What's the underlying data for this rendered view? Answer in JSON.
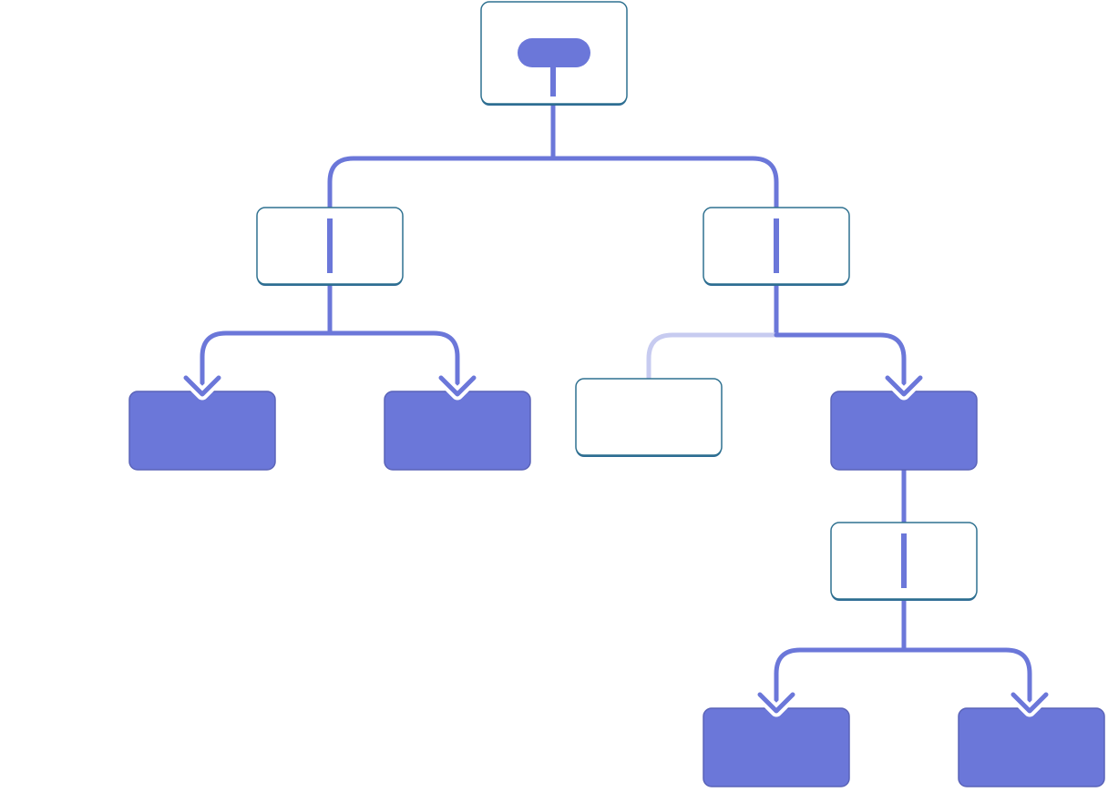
{
  "colors": {
    "accent": "#6b77d9",
    "accent_faded": "#c7cbf0",
    "node_border": "#2f7190",
    "node_shadow": "#2d6b95",
    "leaf_fill": "#6b77d9",
    "leaf_border": "#5a63b8",
    "node_fill": "#ffffff",
    "background": "#ffffff"
  },
  "diagram": {
    "type": "tree",
    "labels_visible": false,
    "root": {
      "id": "root",
      "kind": "root"
    },
    "nodes": [
      {
        "id": "root",
        "kind": "root"
      },
      {
        "id": "left-branch",
        "kind": "branch"
      },
      {
        "id": "right-branch",
        "kind": "branch"
      },
      {
        "id": "leaf-left-left",
        "kind": "leaf"
      },
      {
        "id": "leaf-left-right",
        "kind": "leaf"
      },
      {
        "id": "inactive-node",
        "kind": "inactive"
      },
      {
        "id": "leaf-right-active",
        "kind": "leaf"
      },
      {
        "id": "sub-branch",
        "kind": "branch"
      },
      {
        "id": "leaf-bottom-left",
        "kind": "leaf"
      },
      {
        "id": "leaf-bottom-right",
        "kind": "leaf"
      }
    ],
    "edges": [
      {
        "from": "root",
        "to": "left-branch",
        "style": "active"
      },
      {
        "from": "root",
        "to": "right-branch",
        "style": "active"
      },
      {
        "from": "left-branch",
        "to": "leaf-left-left",
        "style": "active-arrow"
      },
      {
        "from": "left-branch",
        "to": "leaf-left-right",
        "style": "active-arrow"
      },
      {
        "from": "right-branch",
        "to": "inactive-node",
        "style": "faded"
      },
      {
        "from": "right-branch",
        "to": "leaf-right-active",
        "style": "active-arrow"
      },
      {
        "from": "leaf-right-active",
        "to": "sub-branch",
        "style": "active"
      },
      {
        "from": "sub-branch",
        "to": "leaf-bottom-left",
        "style": "active-arrow"
      },
      {
        "from": "sub-branch",
        "to": "leaf-bottom-right",
        "style": "active-arrow"
      }
    ]
  }
}
